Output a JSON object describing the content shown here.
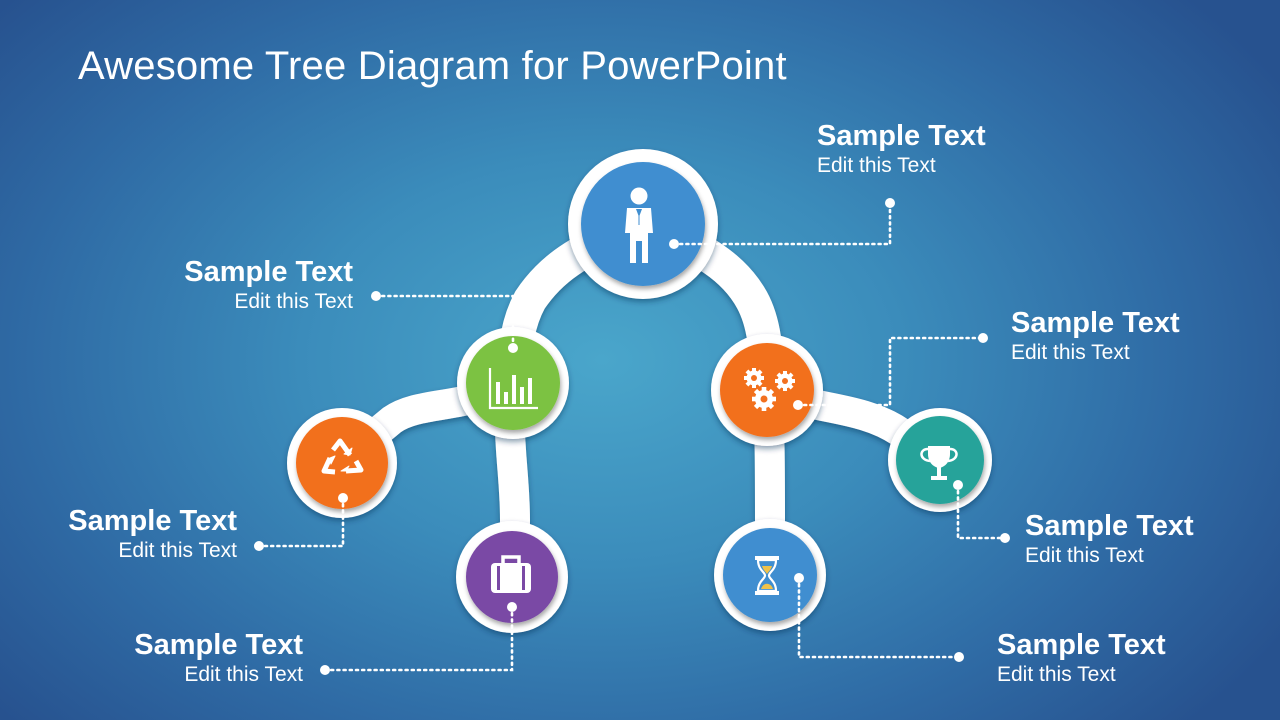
{
  "slide": {
    "title": "Awesome Tree Diagram for PowerPoint"
  },
  "nodes": [
    {
      "id": "top",
      "icon": "businessman-icon",
      "color": "#3f8ed0"
    },
    {
      "id": "left-mid",
      "icon": "bar-chart-icon",
      "color": "#7cc242"
    },
    {
      "id": "right-mid",
      "icon": "gears-icon",
      "color": "#f2701f"
    },
    {
      "id": "left-outer",
      "icon": "recycle-icon",
      "color": "#f2701f"
    },
    {
      "id": "left-bottom",
      "icon": "briefcase-icon",
      "color": "#7a49a5"
    },
    {
      "id": "right-bottom",
      "icon": "hourglass-icon",
      "color": "#3f8ed0"
    },
    {
      "id": "right-outer",
      "icon": "trophy-icon",
      "color": "#25a39a"
    }
  ],
  "labels": {
    "top_right": {
      "heading": "Sample Text",
      "subtext": "Edit this Text"
    },
    "upper_left": {
      "heading": "Sample Text",
      "subtext": "Edit this Text"
    },
    "mid_right": {
      "heading": "Sample Text",
      "subtext": "Edit this Text"
    },
    "lower_left": {
      "heading": "Sample Text",
      "subtext": "Edit this Text"
    },
    "lower_right": {
      "heading": "Sample Text",
      "subtext": "Edit this Text"
    },
    "bottom_left": {
      "heading": "Sample Text",
      "subtext": "Edit this Text"
    },
    "bottom_right": {
      "heading": "Sample Text",
      "subtext": "Edit this Text"
    }
  }
}
